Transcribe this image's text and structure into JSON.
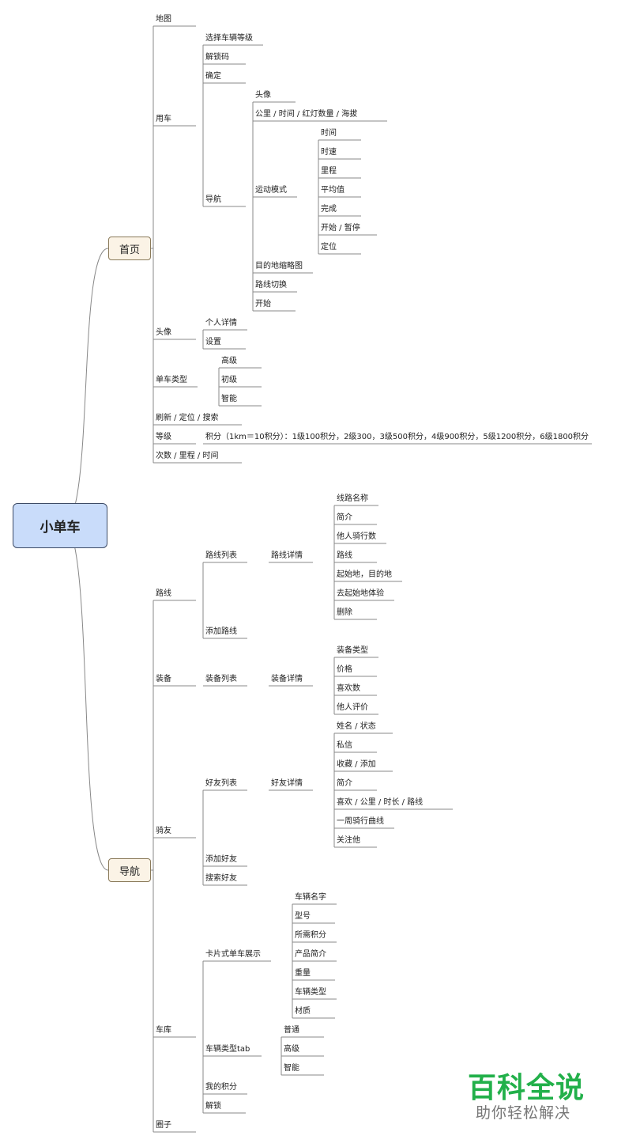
{
  "root": "小单车",
  "branches": [
    {
      "label": "首页",
      "children": [
        {
          "label": "地图"
        },
        {
          "label": "用车",
          "children": [
            {
              "label": "选择车辆等级"
            },
            {
              "label": "解锁码"
            },
            {
              "label": "确定"
            },
            {
              "label": "导航",
              "children": [
                {
                  "label": "头像"
                },
                {
                  "label": "公里 / 时间 / 红灯数量 / 海拔"
                },
                {
                  "label": "运动模式",
                  "children": [
                    {
                      "label": "时间"
                    },
                    {
                      "label": "时速"
                    },
                    {
                      "label": "里程"
                    },
                    {
                      "label": "平均值"
                    },
                    {
                      "label": "完成"
                    },
                    {
                      "label": "开始 / 暂停"
                    },
                    {
                      "label": "定位"
                    }
                  ]
                },
                {
                  "label": "目的地缩略图"
                },
                {
                  "label": "路线切换"
                },
                {
                  "label": "开始"
                }
              ]
            }
          ]
        },
        {
          "label": "头像",
          "children": [
            {
              "label": "个人详情"
            },
            {
              "label": "设置"
            }
          ]
        },
        {
          "label": "单车类型",
          "children": [
            {
              "label": "高级"
            },
            {
              "label": "初级"
            },
            {
              "label": "智能"
            }
          ]
        },
        {
          "label": "刷新 / 定位 / 搜索"
        },
        {
          "label": "等级",
          "children": [
            {
              "label": "积分（1km＝10积分）：1级100积分，2级300，3级500积分，4级900积分，5级1200积分，6级1800积分"
            }
          ]
        },
        {
          "label": "次数 / 里程 / 时间"
        }
      ]
    },
    {
      "label": "导航",
      "children": [
        {
          "label": "路线",
          "children": [
            {
              "label": "路线列表",
              "children": [
                {
                  "label": "路线详情",
                  "children": [
                    {
                      "label": "线路名称"
                    },
                    {
                      "label": "简介"
                    },
                    {
                      "label": "他人骑行数"
                    },
                    {
                      "label": "路线"
                    },
                    {
                      "label": "起始地，目的地"
                    },
                    {
                      "label": "去起始地体验"
                    },
                    {
                      "label": "删除"
                    }
                  ]
                }
              ]
            },
            {
              "label": "添加路线"
            }
          ]
        },
        {
          "label": "装备",
          "children": [
            {
              "label": "装备列表",
              "children": [
                {
                  "label": "装备详情",
                  "children": [
                    {
                      "label": "装备类型"
                    },
                    {
                      "label": "价格"
                    },
                    {
                      "label": "喜欢数"
                    },
                    {
                      "label": "他人评价"
                    }
                  ]
                }
              ]
            }
          ]
        },
        {
          "label": "骑友",
          "children": [
            {
              "label": "好友列表",
              "children": [
                {
                  "label": "好友详情",
                  "children": [
                    {
                      "label": "姓名 / 状态"
                    },
                    {
                      "label": "私信"
                    },
                    {
                      "label": "收藏 / 添加"
                    },
                    {
                      "label": "简介"
                    },
                    {
                      "label": "喜欢 / 公里 / 时长 / 路线"
                    },
                    {
                      "label": "一周骑行曲线"
                    },
                    {
                      "label": "关注他"
                    }
                  ]
                }
              ]
            },
            {
              "label": "添加好友"
            },
            {
              "label": "搜索好友"
            }
          ]
        },
        {
          "label": "车库",
          "children": [
            {
              "label": "卡片式单车展示",
              "children": [
                {
                  "label": "车辆名字"
                },
                {
                  "label": "型号"
                },
                {
                  "label": "所需积分"
                },
                {
                  "label": "产品简介"
                },
                {
                  "label": "重量"
                },
                {
                  "label": "车辆类型"
                },
                {
                  "label": "材质"
                }
              ]
            },
            {
              "label": "车辆类型tab",
              "children": [
                {
                  "label": "普通"
                },
                {
                  "label": "高级"
                },
                {
                  "label": "智能"
                }
              ]
            },
            {
              "label": "我的积分"
            },
            {
              "label": "解锁"
            }
          ]
        },
        {
          "label": "圈子"
        }
      ]
    }
  ],
  "watermark": {
    "main": "百科全说",
    "sub": "助你轻松解决"
  }
}
